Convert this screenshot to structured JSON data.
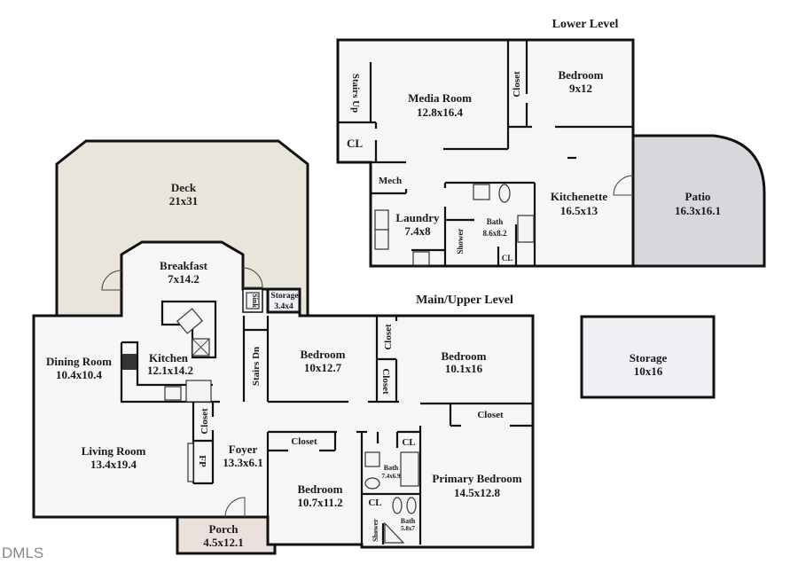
{
  "colors": {
    "floor": "#f6f6f6",
    "deck": "#e9e5da",
    "patio": "#d8d8dc",
    "porch": "#ece0dc",
    "storage_bldg": "#efeff4",
    "wall": "#111111"
  },
  "levels": {
    "lower": {
      "title": "Lower Level"
    },
    "main": {
      "title": "Main/Upper Level"
    }
  },
  "rooms": {
    "media_room": {
      "name": "Media Room",
      "dims": "12.8x16.4"
    },
    "stairs_up": {
      "name": "Stairs Up"
    },
    "lower_cl": {
      "name": "CL"
    },
    "lower_closet": {
      "name": "Closet"
    },
    "lower_bedroom": {
      "name": "Bedroom",
      "dims": "9x12"
    },
    "mech": {
      "name": "Mech"
    },
    "laundry": {
      "name": "Laundry",
      "dims": "7.4x8"
    },
    "lower_bath": {
      "name": "Bath",
      "dims": "8.6x8.2"
    },
    "lower_shower": {
      "name": "Shower"
    },
    "lower_bath_cl": {
      "name": "CL"
    },
    "kitchenette": {
      "name": "Kitchenette",
      "dims": "16.5x13"
    },
    "patio": {
      "name": "Patio",
      "dims": "16.3x16.1"
    },
    "deck": {
      "name": "Deck",
      "dims": "21x31"
    },
    "breakfast": {
      "name": "Breakfast",
      "dims": "7x14.2"
    },
    "sink": {
      "name": "Sink"
    },
    "storage_small": {
      "name": "Storage",
      "dims": "3.4x4"
    },
    "dining_room": {
      "name": "Dining Room",
      "dims": "10.4x10.4"
    },
    "kitchen": {
      "name": "Kitchen",
      "dims": "12.1x14.2"
    },
    "stairs_dn": {
      "name": "Stairs Dn"
    },
    "bedroom_2": {
      "name": "Bedroom",
      "dims": "10x12.7"
    },
    "closet_a": {
      "name": "Closet"
    },
    "closet_b": {
      "name": "Closet"
    },
    "bedroom_3": {
      "name": "Bedroom",
      "dims": "10.1x16"
    },
    "living_room": {
      "name": "Living Room",
      "dims": "13.4x19.4"
    },
    "closet_foyer": {
      "name": "Closet"
    },
    "fp": {
      "name": "FP"
    },
    "foyer": {
      "name": "Foyer",
      "dims": "13.3x6.1"
    },
    "closet_bed4": {
      "name": "Closet"
    },
    "bedroom_4": {
      "name": "Bedroom",
      "dims": "10.7x11.2"
    },
    "bath_hall": {
      "name": "Bath",
      "dims": "7.4x6.9"
    },
    "cl_hall": {
      "name": "CL"
    },
    "cl_primary": {
      "name": "CL"
    },
    "shower_primary": {
      "name": "Shower"
    },
    "bath_primary": {
      "name": "Bath",
      "dims": "5.8x7"
    },
    "closet_primary": {
      "name": "Closet"
    },
    "primary_bedroom": {
      "name": "Primary Bedroom",
      "dims": "14.5x12.8"
    },
    "porch": {
      "name": "Porch",
      "dims": "4.5x12.1"
    },
    "storage_building": {
      "name": "Storage",
      "dims": "10x16"
    }
  },
  "watermark": "DMLS"
}
